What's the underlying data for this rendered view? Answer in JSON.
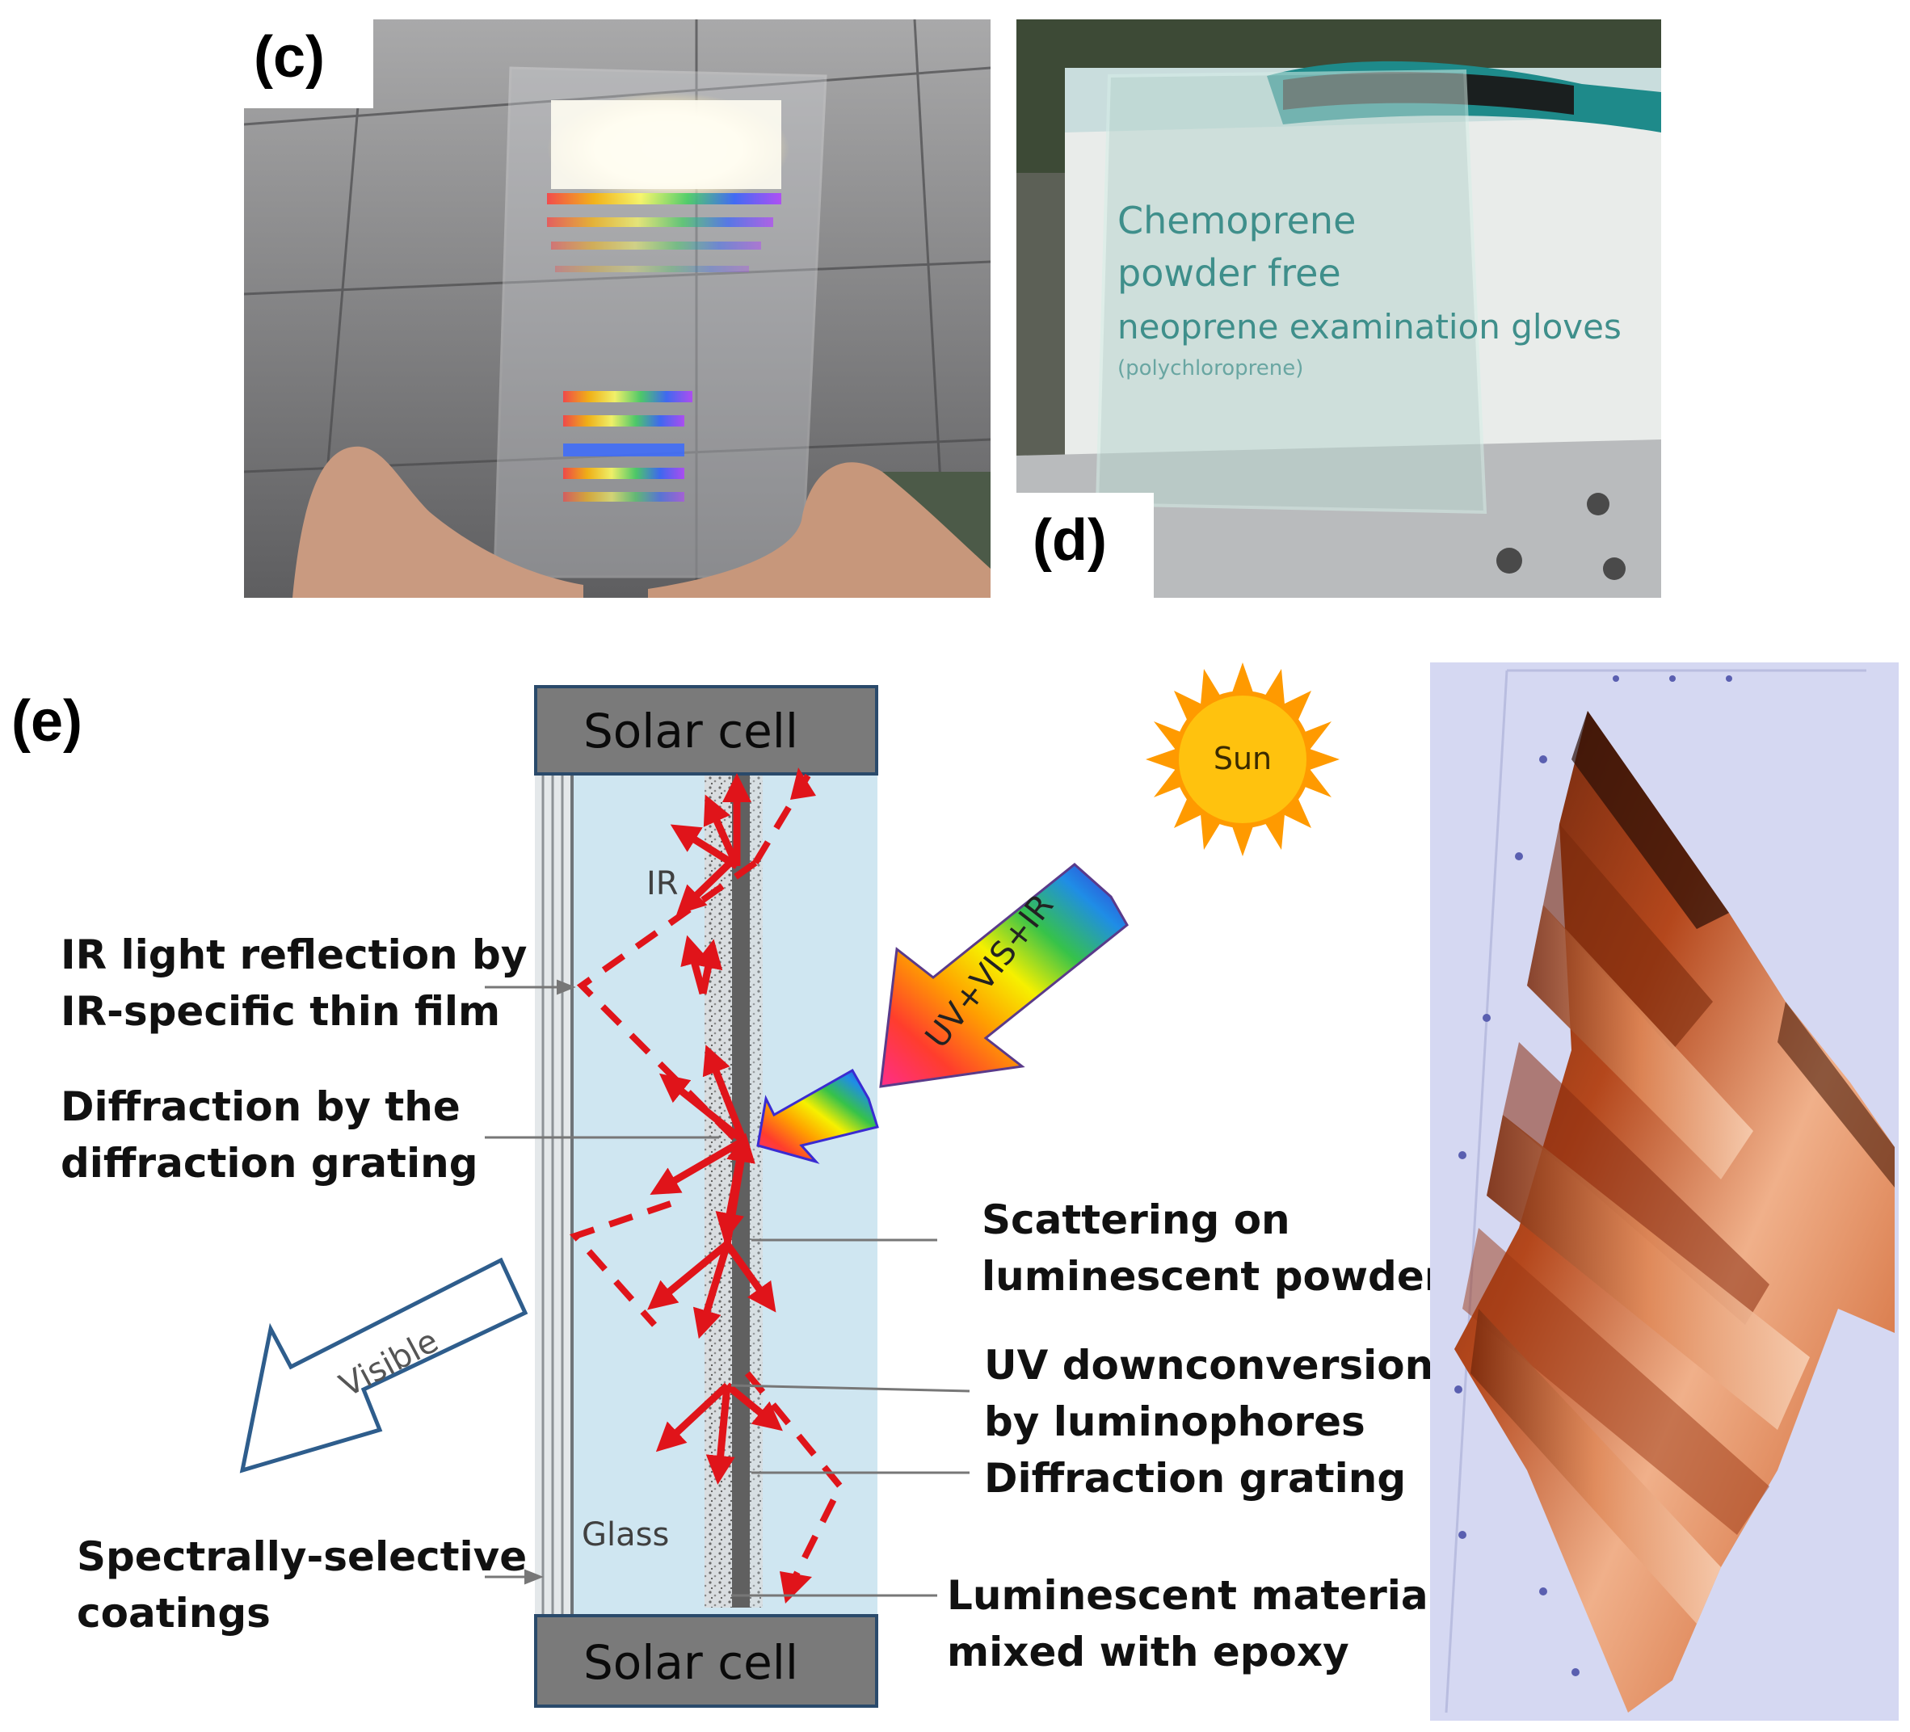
{
  "panels": {
    "c": "(c)",
    "d": "(d)",
    "e": "(e)"
  },
  "box_text": {
    "line1": "Chemoprene",
    "line2": "powder free",
    "line3": "neoprene examination gloves",
    "line4": "(polychloroprene)"
  },
  "diagram": {
    "solar_top": "Solar cell",
    "solar_bottom": "Solar cell",
    "sun": "Sun",
    "ir": "IR",
    "glass": "Glass",
    "incoming_arrow": "UV+VIS+IR",
    "visible_arrow": "Visible"
  },
  "annotations": {
    "ir_reflection": [
      "IR light reflection by",
      "IR-specific thin film"
    ],
    "diffraction_by": [
      "Diffraction by the",
      "diffraction grating"
    ],
    "coatings": [
      "Spectrally-selective",
      "coatings"
    ],
    "scattering": [
      "Scattering on",
      "luminescent powders"
    ],
    "uv_down": [
      "UV downconversion",
      "by luminophores"
    ],
    "grating": [
      "Diffraction grating"
    ],
    "luminescent": [
      "Luminescent materials",
      "mixed with epoxy"
    ]
  },
  "colors": {
    "arrow_red": "#e0141a",
    "glass_blue": "#cfe6f1",
    "cell_gray": "#7a7a7a",
    "sun_yellow": "#ffc20e",
    "sun_orange": "#ff9a00"
  }
}
